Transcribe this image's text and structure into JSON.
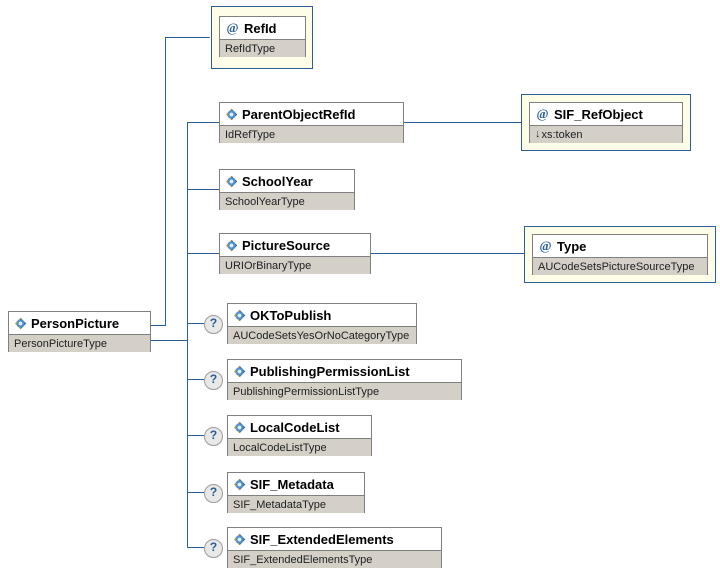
{
  "diagram": {
    "kind": "xsd-schema-diagram",
    "root": {
      "name": "PersonPicture",
      "type": "PersonPictureType",
      "node_kind": "element",
      "icon": "element-diamond-icon"
    },
    "nodes": [
      {
        "id": "refid",
        "name": "RefId",
        "type": "RefIdType",
        "node_kind": "attribute",
        "icon": "at-sign-icon",
        "optional": false
      },
      {
        "id": "parentobjectrefid",
        "name": "ParentObjectRefId",
        "type": "IdRefType",
        "node_kind": "element",
        "icon": "element-diamond-icon",
        "optional": false
      },
      {
        "id": "sif_refobject",
        "name": "SIF_RefObject",
        "type": "xs:token",
        "type_prefix": "↓",
        "node_kind": "attribute",
        "icon": "at-sign-icon",
        "optional": false
      },
      {
        "id": "schoolyear",
        "name": "SchoolYear",
        "type": "SchoolYearType",
        "node_kind": "element",
        "icon": "element-diamond-icon",
        "optional": false
      },
      {
        "id": "picturesource",
        "name": "PictureSource",
        "type": "URIOrBinaryType",
        "node_kind": "element",
        "icon": "element-diamond-icon",
        "optional": false
      },
      {
        "id": "type",
        "name": "Type",
        "type": "AUCodeSetsPictureSourceType",
        "node_kind": "attribute",
        "icon": "at-sign-icon",
        "optional": false
      },
      {
        "id": "oktopublish",
        "name": "OKToPublish",
        "type": "AUCodeSetsYesOrNoCategoryType",
        "node_kind": "element",
        "icon": "element-diamond-icon",
        "optional": true,
        "optional_marker": "?"
      },
      {
        "id": "publishingpermissionlist",
        "name": "PublishingPermissionList",
        "type": "PublishingPermissionListType",
        "node_kind": "element",
        "icon": "element-diamond-icon",
        "optional": true,
        "optional_marker": "?"
      },
      {
        "id": "localcodelist",
        "name": "LocalCodeList",
        "type": "LocalCodeListType",
        "node_kind": "element",
        "icon": "element-diamond-icon",
        "optional": true,
        "optional_marker": "?"
      },
      {
        "id": "sif_metadata",
        "name": "SIF_Metadata",
        "type": "SIF_MetadataType",
        "node_kind": "element",
        "icon": "element-diamond-icon",
        "optional": true,
        "optional_marker": "?"
      },
      {
        "id": "sif_extendedelements",
        "name": "SIF_ExtendedElements",
        "type": "SIF_ExtendedElementsType",
        "node_kind": "element",
        "icon": "element-diamond-icon",
        "optional": true,
        "optional_marker": "?"
      }
    ],
    "colors": {
      "connector": "#2b5f94",
      "attribute_frame_fill": "#fdfde8",
      "attribute_frame_border": "#2b5f94",
      "box_border": "#808080",
      "box_title_fill": "#ffffff",
      "box_type_fill": "#d4d0c8",
      "optional_marker_fill": "#e8e8e8",
      "optional_marker_text": "#2b5f94",
      "page_background": "#ffffff"
    }
  }
}
